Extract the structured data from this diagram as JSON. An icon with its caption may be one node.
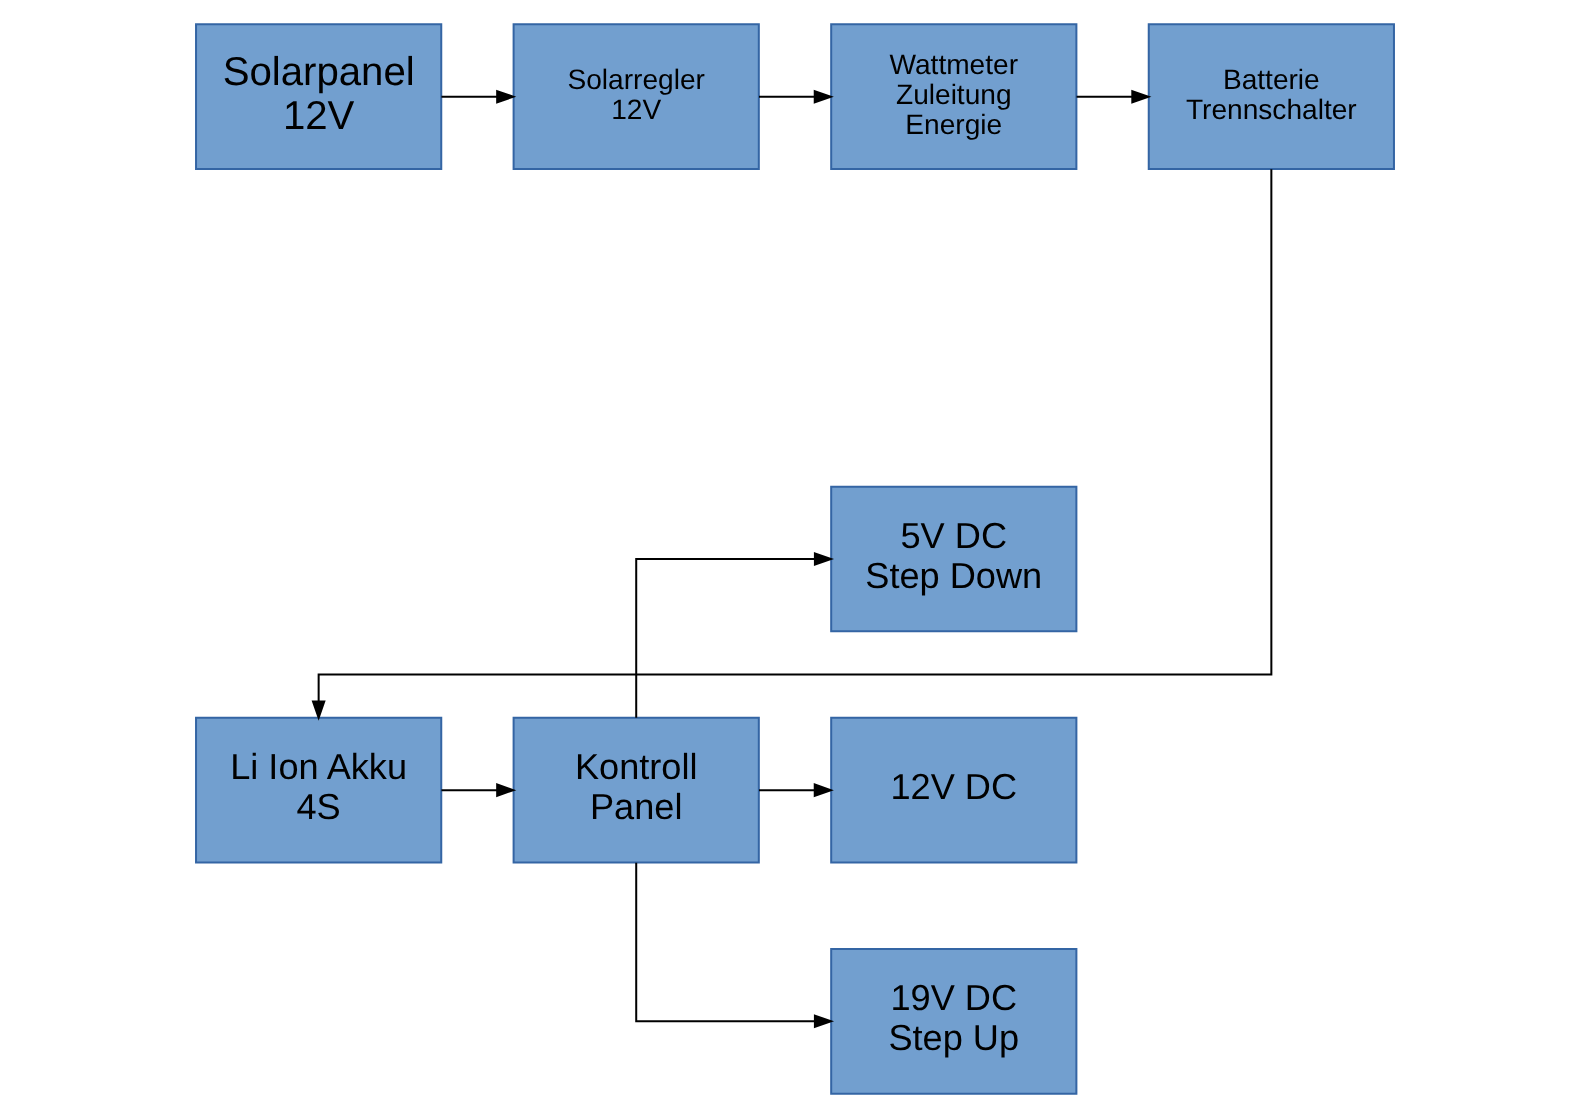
{
  "diagram": {
    "nodes": [
      {
        "text": [
          "Solarpanel 12V"
        ]
      },
      {
        "text": [
          "Solarregler 12V"
        ]
      },
      {
        "text": [
          "Wattmeter Zuleitung Energie"
        ]
      },
      {
        "text": [
          "Batterie Trennschalter"
        ]
      },
      {
        "text": [
          "Li Ion Akku 4S"
        ]
      },
      {
        "text": [
          "Kontroll Panel"
        ]
      },
      {
        "text": [
          "5V DC Step Down"
        ]
      },
      {
        "text": [
          "12V DC"
        ]
      },
      {
        "text": [
          "19V DC Step Up"
        ]
      }
    ],
    "edges": [
      {
        "from": 0,
        "to": 1,
        "arrow": "to"
      },
      {
        "from": 1,
        "to": 2,
        "arrow": "to"
      },
      {
        "from": 2,
        "to": 3,
        "arrow": "to"
      },
      {
        "from": 3,
        "to": 4,
        "arrow": "to"
      },
      {
        "from": 4,
        "to": 5,
        "arrow": "to"
      },
      {
        "from": 5,
        "to": 6,
        "arrow": "to"
      },
      {
        "from": 5,
        "to": 7,
        "arrow": "to"
      },
      {
        "from": 5,
        "to": 8,
        "arrow": "to"
      }
    ]
  }
}
